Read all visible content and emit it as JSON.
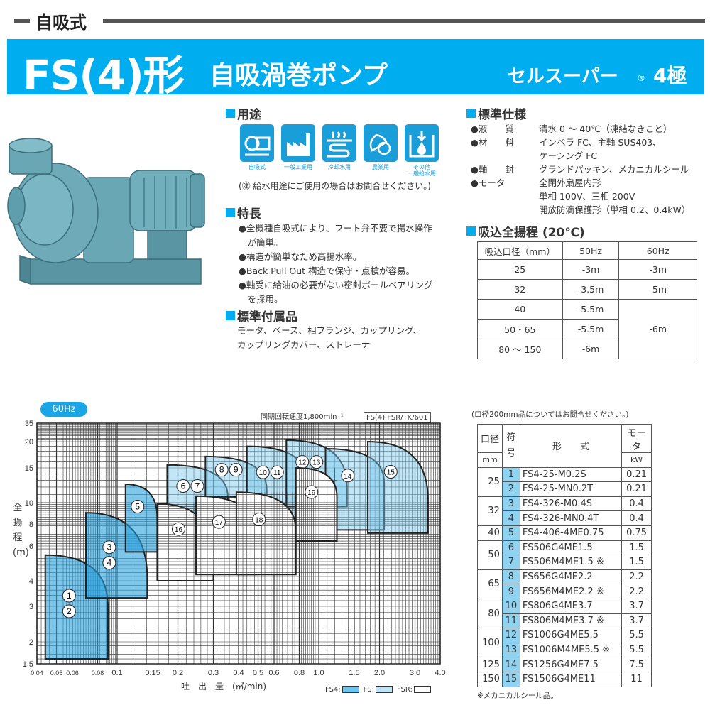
{
  "category": "自吸式",
  "banner": {
    "model": "FS(4)形",
    "name": "自吸渦巻ポンプ",
    "series": "セルスーパー",
    "registered": "®",
    "poles": "4極",
    "color": "#00aeef"
  },
  "uses": {
    "title": "用途",
    "items": [
      {
        "icon": "self-priming-pump-icon",
        "label": "自吸式"
      },
      {
        "icon": "factory-icon",
        "label": "一般工業用"
      },
      {
        "icon": "cooling-water-icon",
        "label": "冷却水用"
      },
      {
        "icon": "agriculture-icon",
        "label": "農業用"
      },
      {
        "icon": "water-supply-icon",
        "label": "その他\n一般給水用"
      }
    ],
    "note": "(㊟ 給水用途にご使用の場合はお問合せください。)"
  },
  "features": {
    "title": "特長",
    "items": [
      "●全機種自吸式により、フート弁不要で揚水操作",
      "　が簡単。",
      "●構造が簡単なため高揚水率。",
      "●Back Pull Out 構造で保守・点検が容易。",
      "●軸受に給油の必要がない密封ボールベアリング",
      "　を採用。"
    ]
  },
  "accessories": {
    "title": "標準付属品",
    "lines": [
      "モータ、ベース、相フランジ、カップリング、",
      "カップリングカバー、ストレーナ"
    ]
  },
  "spec": {
    "title": "標準仕様",
    "rows": [
      {
        "k": "●液　　質",
        "v": "清水 0 ～ 40℃（凍結なきこと）"
      },
      {
        "k": "●材　　料",
        "v": "インペラ FC、主軸 SUS403、"
      },
      {
        "k": "",
        "v": "ケーシング FC"
      },
      {
        "k": "●軸　　封",
        "v": "グランドパッキン、メカニカルシール"
      },
      {
        "k": "●モータ",
        "v": "全閉外扇屋内形"
      },
      {
        "k": "",
        "v": "単相 100V、三相 200V"
      },
      {
        "k": "",
        "v": "開放防滴保護形（単相 0.2、0.4kW）"
      }
    ]
  },
  "suction": {
    "title": "吸込全揚程 (20℃)",
    "headers": [
      "吸込口径（mm）",
      "50Hz",
      "60Hz"
    ],
    "rows": [
      [
        "25",
        "-3m",
        "-3m"
      ],
      [
        "32",
        "-3.5m",
        "-5m"
      ],
      [
        "40",
        "-5.5m",
        "-6m"
      ],
      [
        "50・65",
        "-5.5m",
        null
      ],
      [
        "80 ～ 150",
        "-6m",
        null
      ]
    ]
  },
  "chart_data": {
    "type": "area",
    "hz": "60Hz",
    "speed": "同期回転速度1,800min⁻¹",
    "code": "FS(4)·FSR/TK/601",
    "xlabel": "吐　出　量　(㎥/min)",
    "ylabel": "全揚程(m)",
    "xscale": "log",
    "yscale": "log",
    "grid": true,
    "xticks": [
      "0.04",
      "0.05",
      "0.06",
      "0.08",
      "0.1",
      "0.15",
      "0.2",
      "0.3",
      "0.4",
      "0.5",
      "0.6",
      "0.8",
      "1.0",
      "1.5",
      "2.0",
      "3.0",
      "4.0"
    ],
    "yticks": [
      "35",
      "20",
      "15",
      "10",
      "8",
      "6",
      "4",
      "3",
      "2",
      "1.5"
    ],
    "xlim": [
      0.04,
      4.0
    ],
    "ylim": [
      1.5,
      35
    ],
    "legend": [
      {
        "label": "FS4:",
        "color": "#6cc5ec"
      },
      {
        "label": "FS:",
        "color": "#bfe4f5"
      },
      {
        "label": "FSR:",
        "color": "#ffffff"
      }
    ],
    "legend_position": "bottom-right",
    "regions": [
      {
        "labels": [
          "1",
          "2"
        ],
        "type": "FS4",
        "q": [
          0.044,
          0.09
        ],
        "h_top": 5.4,
        "h_right": 3.0,
        "h_bottom": 1.6
      },
      {
        "labels": [
          "3",
          "4"
        ],
        "type": "FS4",
        "q": [
          0.07,
          0.141
        ],
        "h_top": 9.0,
        "h_right": 4.1,
        "h_bottom": 3.3
      },
      {
        "labels": [
          "5"
        ],
        "type": "FS4",
        "q": [
          0.11,
          0.158
        ],
        "h_top": 12.4,
        "h_right": 8.5,
        "h_bottom": 5.6
      },
      {
        "labels": [
          "6",
          "7"
        ],
        "type": "FS",
        "q": [
          0.177,
          0.354
        ],
        "h_top": 15.5,
        "h_right": 10.7,
        "h_bottom": 7.5
      },
      {
        "labels": [
          "8",
          "9"
        ],
        "type": "FS",
        "q": [
          0.274,
          0.552
        ],
        "h_top": 17,
        "h_right": 11.6,
        "h_bottom": 10.7
      },
      {
        "labels": [
          "10",
          "11"
        ],
        "type": "FS",
        "q": [
          0.44,
          0.88
        ],
        "h_top": 19,
        "h_right": 12.6,
        "h_bottom": 7.9
      },
      {
        "labels": [
          "12",
          "13"
        ],
        "type": "FS",
        "q": [
          0.69,
          1.38
        ],
        "h_top": 21,
        "h_right": 12,
        "h_bottom": 9.6
      },
      {
        "labels": [
          "14"
        ],
        "type": "FS",
        "q": [
          1.08,
          2.11
        ],
        "h_top": 18.5,
        "h_right": 12.6,
        "h_bottom": 7.4
      },
      {
        "labels": [
          "15"
        ],
        "type": "FS",
        "q": [
          1.75,
          3.48
        ],
        "h_top": 20,
        "h_right": 10.3,
        "h_bottom": 7.1
      },
      {
        "labels": [
          "16"
        ],
        "type": "FSR",
        "q": [
          0.158,
          0.3
        ],
        "h_top": 9.9,
        "h_right": 5.2,
        "h_bottom": 4.0
      },
      {
        "labels": [
          "17"
        ],
        "type": "FSR",
        "q": [
          0.246,
          0.49
        ],
        "h_top": 10.8,
        "h_right": 7.1,
        "h_bottom": 4.3
      },
      {
        "labels": [
          "18"
        ],
        "type": "FSR",
        "q": [
          0.39,
          0.77
        ],
        "h_top": 11.3,
        "h_right": 7.3,
        "h_bottom": 4.3
      },
      {
        "labels": [
          "19"
        ],
        "type": "FSR",
        "q": [
          0.77,
          1.23
        ],
        "h_top": 15,
        "h_right": 10.7,
        "h_bottom": 6.4
      }
    ]
  },
  "models": {
    "note": "(口径200mm品についてはお問合せください。)",
    "headers": {
      "bore": "口径",
      "bore_unit": "mm",
      "code": "符号",
      "model": "形　　式",
      "motor": "モータ",
      "motor_unit": "kW"
    },
    "groups": [
      {
        "bore": "25",
        "rows": [
          [
            "1",
            "FS4-25-M0.2S",
            "0.21"
          ],
          [
            "2",
            "FS4-25-MN0.2T",
            "0.21"
          ]
        ]
      },
      {
        "bore": "32",
        "rows": [
          [
            "3",
            "FS4-326-M0.4S",
            "0.4"
          ],
          [
            "4",
            "FS4-326-MN0.4T",
            "0.4"
          ]
        ]
      },
      {
        "bore": "40",
        "rows": [
          [
            "5",
            "FS4-406-4ME0.75",
            "0.75"
          ]
        ]
      },
      {
        "bore": "50",
        "rows": [
          [
            "6",
            "FS506G4ME1.5",
            "1.5"
          ],
          [
            "7",
            "FS506M4ME1.5 ※",
            "1.5"
          ]
        ]
      },
      {
        "bore": "65",
        "rows": [
          [
            "8",
            "FS656G4ME2.2",
            "2.2"
          ],
          [
            "9",
            "FS656M4ME2.2 ※",
            "2.2"
          ]
        ]
      },
      {
        "bore": "80",
        "rows": [
          [
            "10",
            "FS806G4ME3.7",
            "3.7"
          ],
          [
            "11",
            "FS806M4ME3.7 ※",
            "3.7"
          ]
        ]
      },
      {
        "bore": "100",
        "rows": [
          [
            "12",
            "FS1006G4ME5.5",
            "5.5"
          ],
          [
            "13",
            "FS1006M4ME5.5 ※",
            "5.5"
          ]
        ]
      },
      {
        "bore": "125",
        "rows": [
          [
            "14",
            "FS1256G4ME7.5",
            "7.5"
          ]
        ]
      },
      {
        "bore": "150",
        "rows": [
          [
            "15",
            "FS1506G4ME11",
            "11"
          ]
        ]
      }
    ],
    "footnote": "※メカニカルシール品。"
  }
}
